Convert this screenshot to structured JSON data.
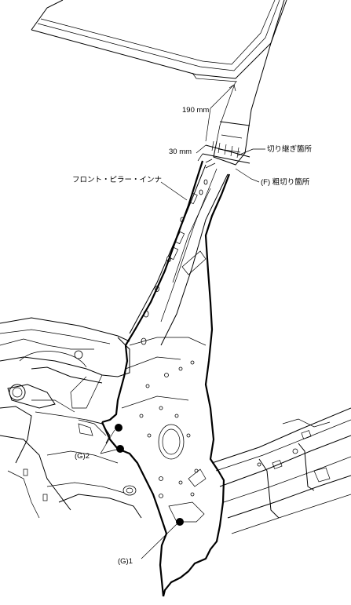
{
  "labels": {
    "dim_190": "190 mm",
    "dim_30": "30 mm",
    "cut_joint": "切り継ぎ箇所",
    "rough_cut": "(F) 粗切り箇所",
    "part_name": "フロント・ピラー・インナ",
    "g2": "(G)2",
    "g1": "(G)1"
  },
  "colors": {
    "line": "#000000",
    "background": "#ffffff"
  }
}
